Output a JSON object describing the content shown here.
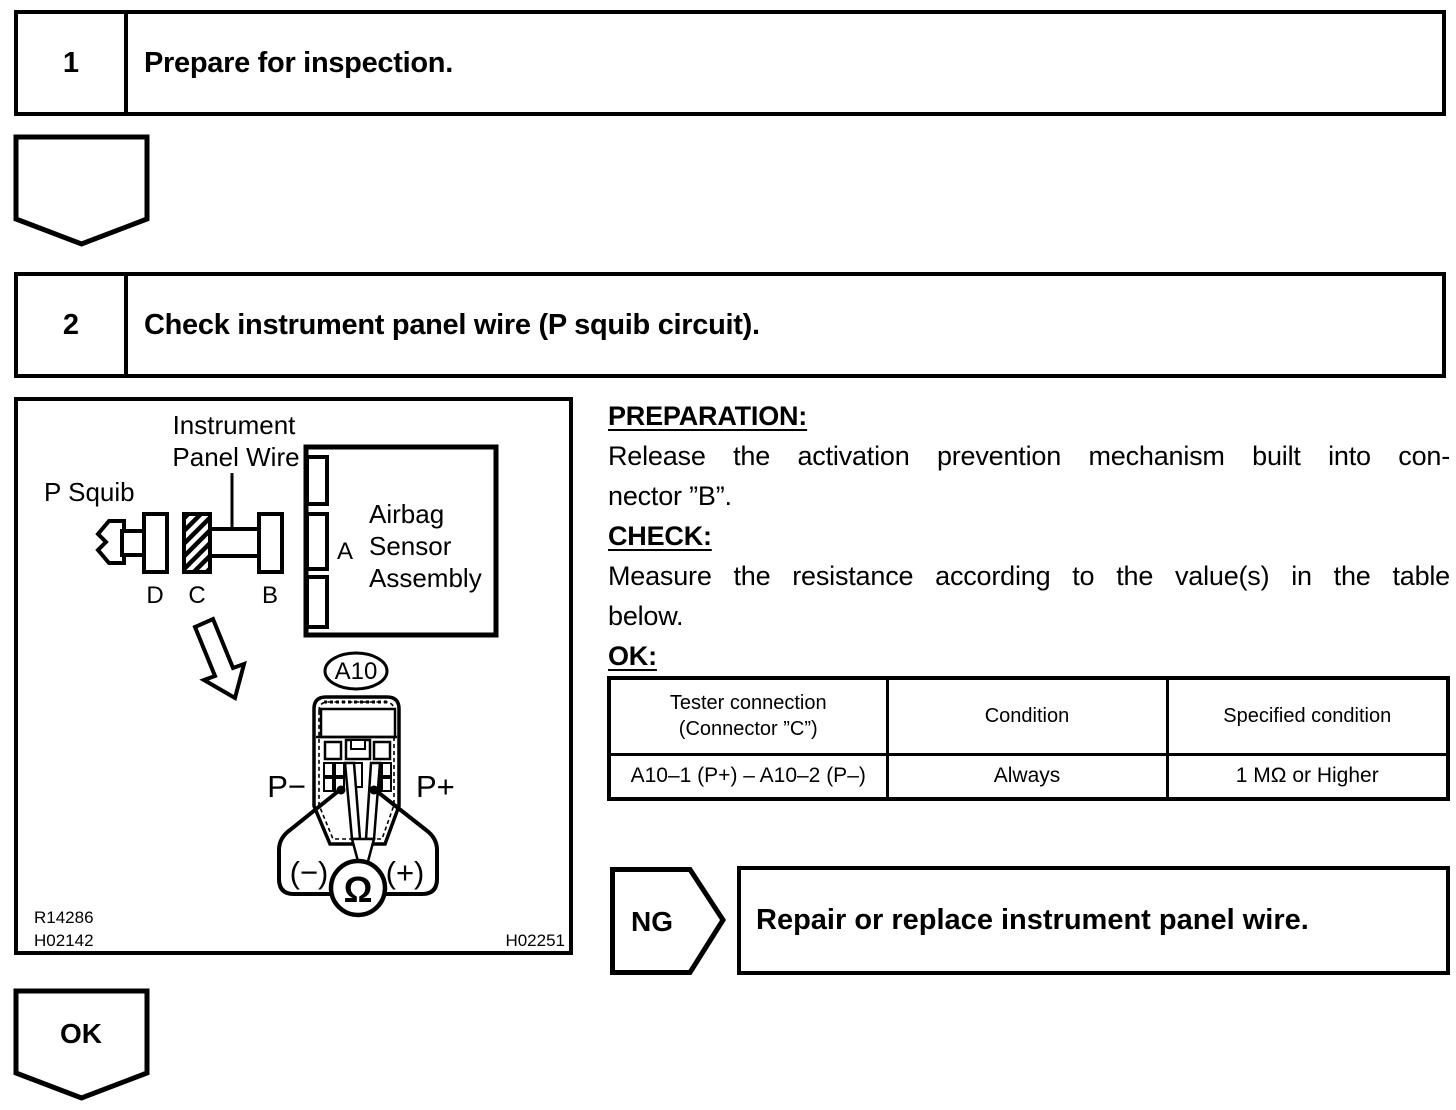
{
  "colors": {
    "ink": "#000000",
    "paper": "#ffffff"
  },
  "steps": [
    {
      "number": "1",
      "title": "Prepare for inspection."
    },
    {
      "number": "2",
      "title": "Check instrument panel wire (P squib circuit)."
    }
  ],
  "diagram": {
    "labels": {
      "instrument_line1": "Instrument",
      "instrument_line2": "Panel Wire",
      "p_squib": "P Squib",
      "connector_d": "D",
      "connector_c": "C",
      "connector_b": "B",
      "connector_a": "A",
      "airbag_line1": "Airbag",
      "airbag_line2": "Sensor",
      "airbag_line3": "Assembly",
      "a10": "A10",
      "p_minus": "P−",
      "p_plus": "P+",
      "probe_minus": "(−)",
      "probe_plus": "(+)",
      "ohm": "Ω"
    },
    "codes": {
      "left1": "R14286",
      "left2": "H02142",
      "right": "H02251"
    }
  },
  "instructions": {
    "preparation_heading": "PREPARATION:",
    "preparation_line1": "Release the activation prevention mechanism built into con-",
    "preparation_line2": "nector ”B”.",
    "check_heading": "CHECK:",
    "check_line1": "Measure the resistance according to the value(s) in the table",
    "check_line2": "below.",
    "ok_heading": "OK:"
  },
  "table": {
    "headers": {
      "col1_line1": "Tester connection",
      "col1_line2": "(Connector ”C”)",
      "col2": "Condition",
      "col3": "Specified condition"
    },
    "rows": [
      [
        "A10–1 (P+) – A10–2 (P–)",
        "Always",
        "1 MΩ or Higher"
      ]
    ]
  },
  "flow": {
    "ng_label": "NG",
    "ng_action": "Repair or replace instrument panel wire.",
    "ok_label": "OK"
  }
}
